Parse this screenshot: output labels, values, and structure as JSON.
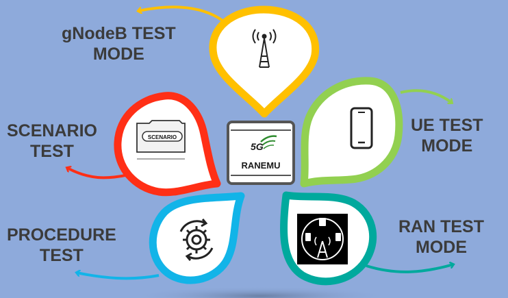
{
  "center": {
    "brand_number": "5G",
    "label": "RANEMU"
  },
  "modes": [
    {
      "id": "gnodeb",
      "lines": [
        "gNodeB TEST",
        "MODE"
      ],
      "color": "#ffc000",
      "icon": "antenna-tower-icon"
    },
    {
      "id": "ue",
      "lines": [
        "UE TEST",
        "MODE"
      ],
      "color": "#92d050",
      "icon": "smartphone-icon"
    },
    {
      "id": "ran",
      "lines": [
        "RAN TEST",
        "MODE"
      ],
      "color": "#00a99d",
      "icon": "ran-network-icon"
    },
    {
      "id": "procedure",
      "lines": [
        "PROCEDURE",
        "TEST"
      ],
      "color": "#12b4e8",
      "icon": "procedure-cycle-gear-icon"
    },
    {
      "id": "scenario",
      "lines": [
        "SCENARIO",
        "TEST"
      ],
      "color": "#ff2f16",
      "icon": "scenario-folder-icon",
      "icon_text": "SCENARIO"
    }
  ],
  "colors": {
    "background": "#8eaadb",
    "label_text": "#3b3b3b",
    "center_border": "#555555"
  }
}
